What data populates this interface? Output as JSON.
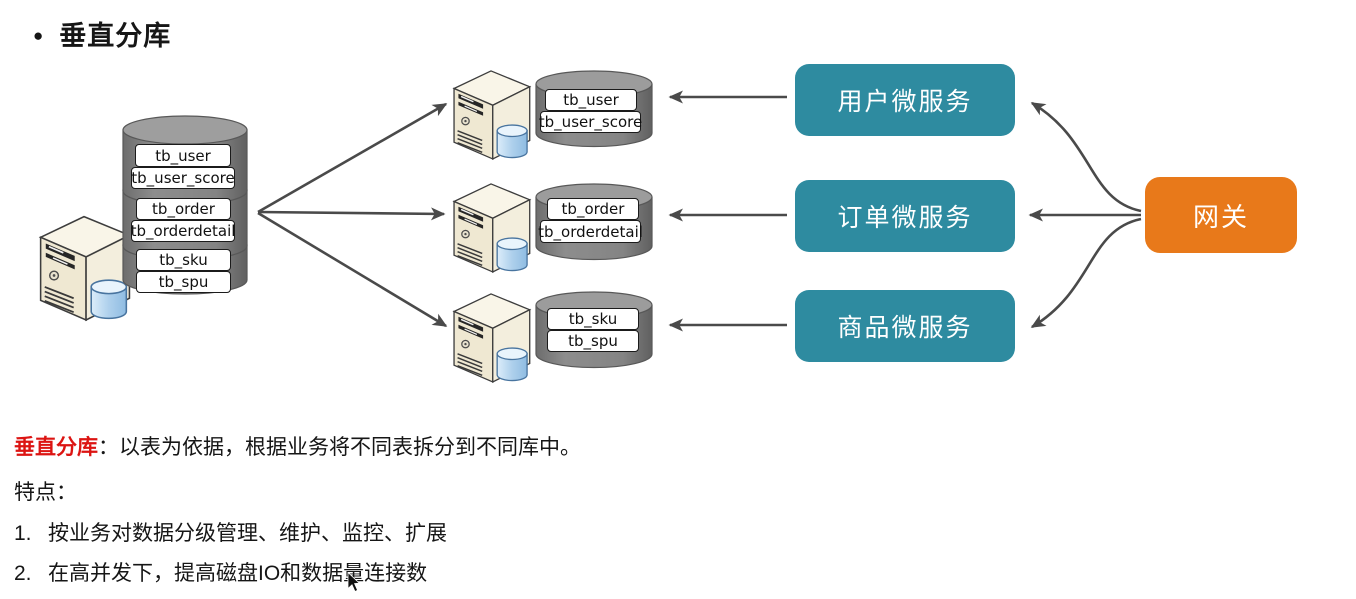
{
  "title": {
    "bullet": "●",
    "text": "垂直分库"
  },
  "colors": {
    "service_box": "#2e8ba0",
    "gateway_box": "#e8791a",
    "highlight_red": "#dc1412",
    "arrow": "#4a4a4a"
  },
  "source_db": {
    "tables": [
      "tb_user",
      "tb_user_score",
      "tb_order",
      "tb_orderdetail",
      "tb_sku",
      "tb_spu"
    ]
  },
  "shards": [
    {
      "tables": [
        "tb_user",
        "tb_user_score"
      ],
      "service": "用户微服务"
    },
    {
      "tables": [
        "tb_order",
        "tb_orderdetail"
      ],
      "service": "订单微服务"
    },
    {
      "tables": [
        "tb_sku",
        "tb_spu"
      ],
      "service": "商品微服务"
    }
  ],
  "gateway": {
    "label": "网关"
  },
  "notes": {
    "definition_term": "垂直分库",
    "definition_colon": "：",
    "definition_text": "以表为依据，根据业务将不同表拆分到不同库中。",
    "features_heading": "特点：",
    "features": [
      {
        "num": "1.",
        "text": "按业务对数据分级管理、维护、监控、扩展"
      },
      {
        "num": "2.",
        "text": "在高并发下，提高磁盘IO和数据量连接数"
      }
    ]
  }
}
